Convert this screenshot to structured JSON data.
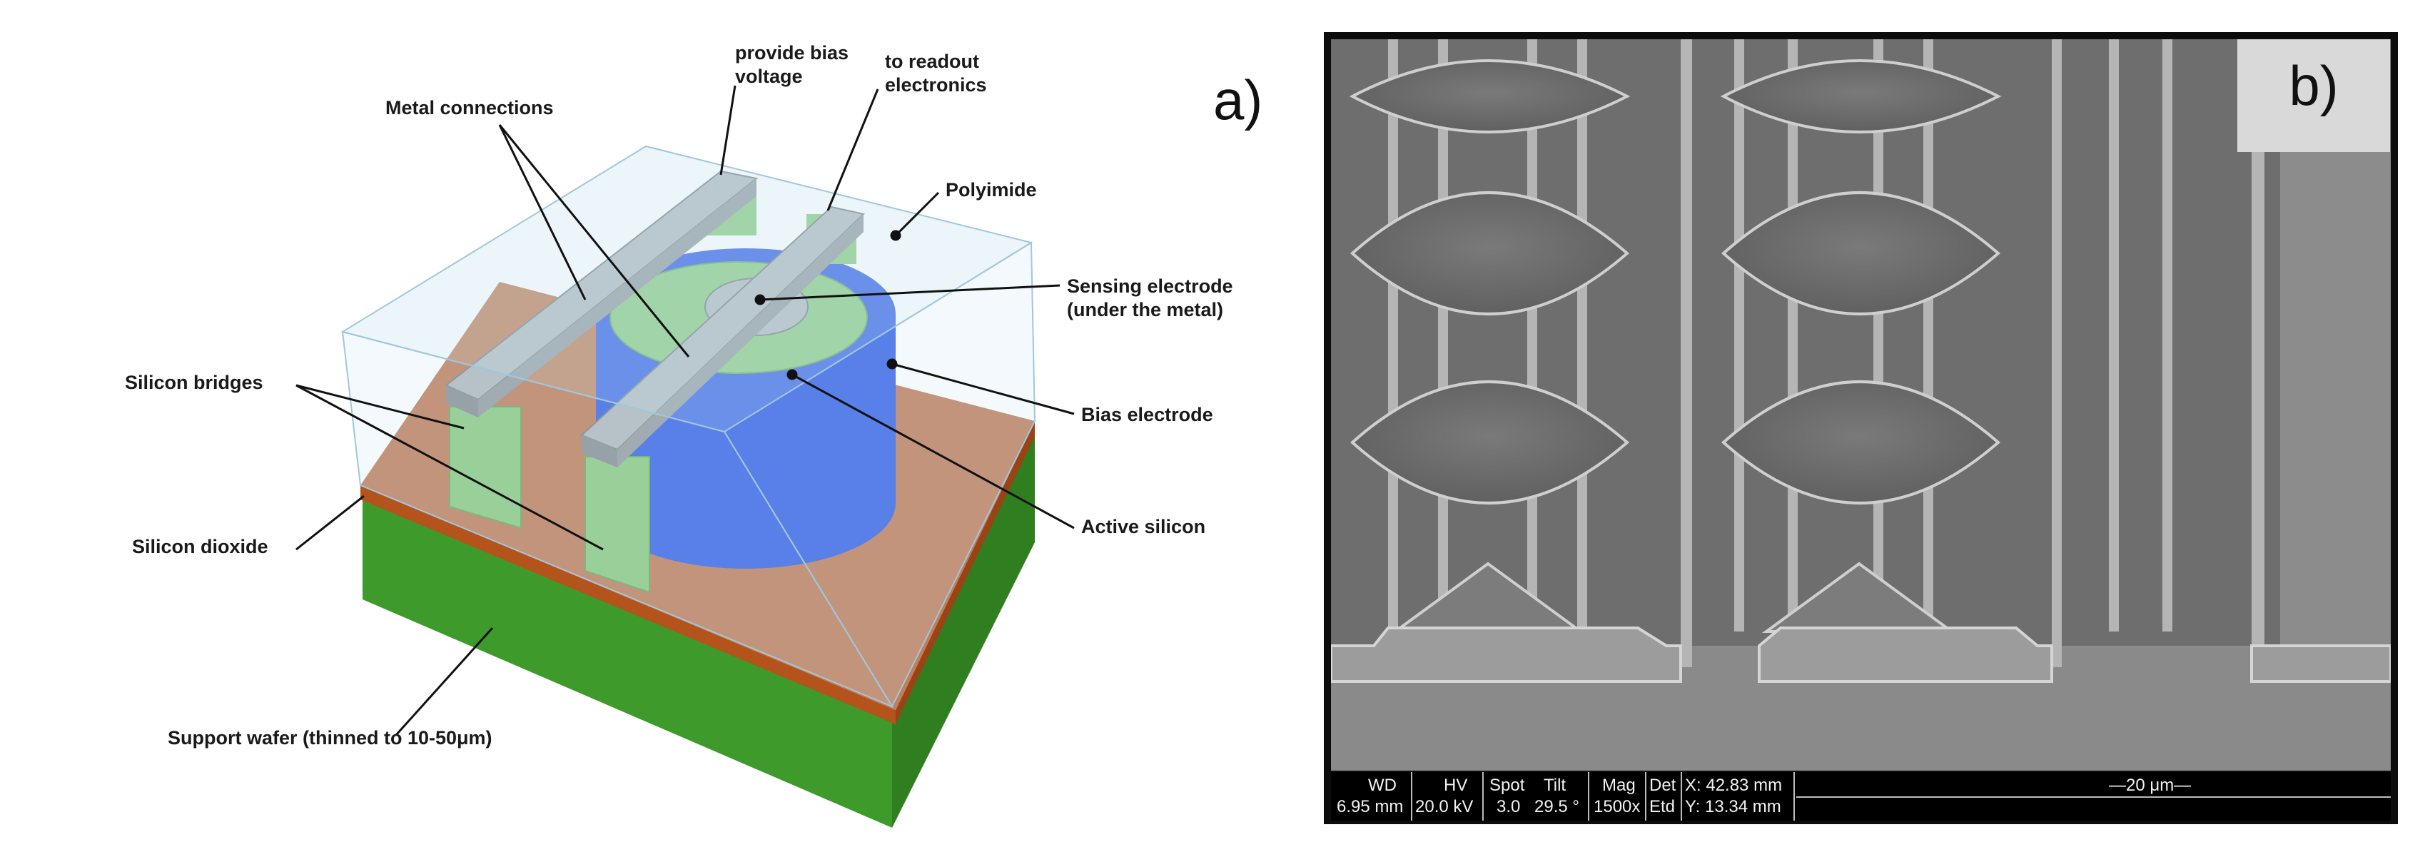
{
  "panel_a": {
    "letter": "a)",
    "labels": {
      "metal_connections": "Metal connections",
      "provide_bias": "provide bias\nvoltage",
      "to_readout": "to readout\nelectronics",
      "polyimide": "Polyimide",
      "sensing_electrode": "Sensing electrode\n(under the metal)",
      "silicon_bridges": "Silicon bridges",
      "bias_electrode": "Bias electrode",
      "silicon_dioxide": "Silicon dioxide",
      "active_silicon": "Active silicon",
      "support_wafer": "Support wafer (thinned to 10-50μm)"
    },
    "colors": {
      "support_wafer": "#3e9a2b",
      "silicon_dioxide": "#b4531c",
      "polyimide_top": "#c07e5a",
      "active_silicon": "#8ccb82",
      "bias_electrode": "#3a63e6",
      "metal": "#a8adb3",
      "polyimide_box": "#c9e4f2"
    }
  },
  "panel_b": {
    "letter": "b)",
    "databar": {
      "wd_label": "WD",
      "wd_value": "6.95 mm",
      "hv_label": "HV",
      "hv_value": "20.0 kV",
      "spot_label": "Spot",
      "spot_value": "3.0",
      "tilt_label": "Tilt",
      "tilt_value": "29.5 °",
      "mag_label": "Mag",
      "mag_value": "1500x",
      "det_label": "Det",
      "det_value": "Etd",
      "x_value": "X: 42.83 mm",
      "y_value": "Y: 13.34 mm",
      "scale": "—20 μm—"
    }
  }
}
